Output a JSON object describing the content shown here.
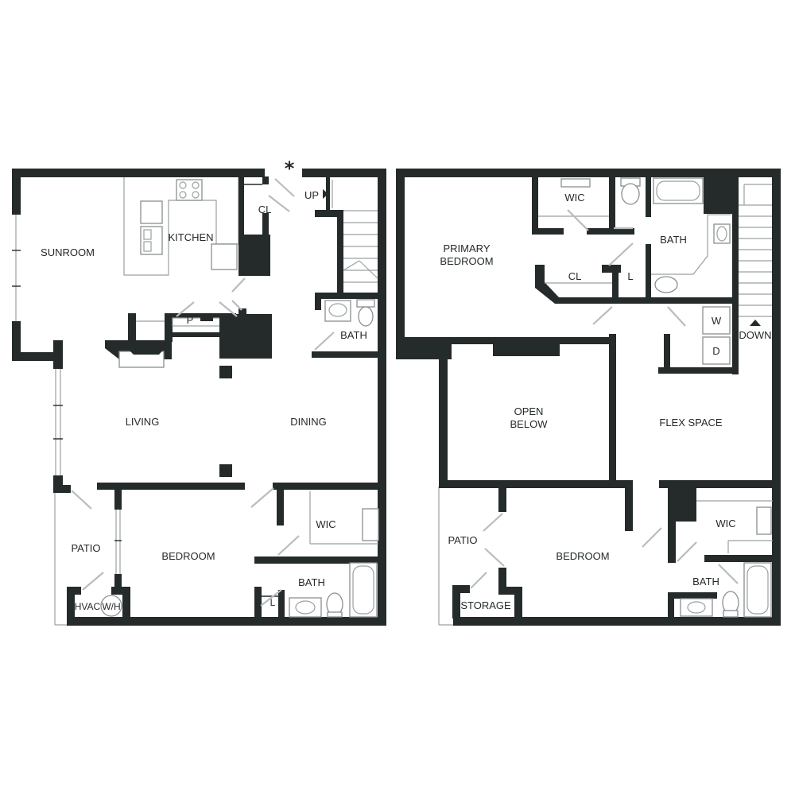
{
  "marker": "*",
  "first_floor": {
    "rooms": {
      "sunroom": "SUNROOM",
      "kitchen": "KITCHEN",
      "closet": "CL",
      "up": "UP",
      "pantry_1": "P",
      "pantry_2": "P",
      "bath_half": "BATH",
      "living": "LIVING",
      "dining": "DINING",
      "patio": "PATIO",
      "bedroom": "BEDROOM",
      "wic": "WIC",
      "bath": "BATH",
      "linen": "L",
      "hvac": "HVAC",
      "water_heater": "W/H"
    }
  },
  "second_floor": {
    "rooms": {
      "primary_bedroom_line1": "PRIMARY",
      "primary_bedroom_line2": "BEDROOM",
      "wic": "WIC",
      "bath_primary": "BATH",
      "closet": "CL",
      "linen": "L",
      "washer": "W",
      "dryer": "D",
      "down": "DOWN",
      "open_below_line1": "OPEN",
      "open_below_line2": "BELOW",
      "flex_space": "FLEX SPACE",
      "patio": "PATIO",
      "storage": "STORAGE",
      "bedroom": "BEDROOM",
      "wic_2": "WIC",
      "bath_2": "BATH"
    }
  }
}
